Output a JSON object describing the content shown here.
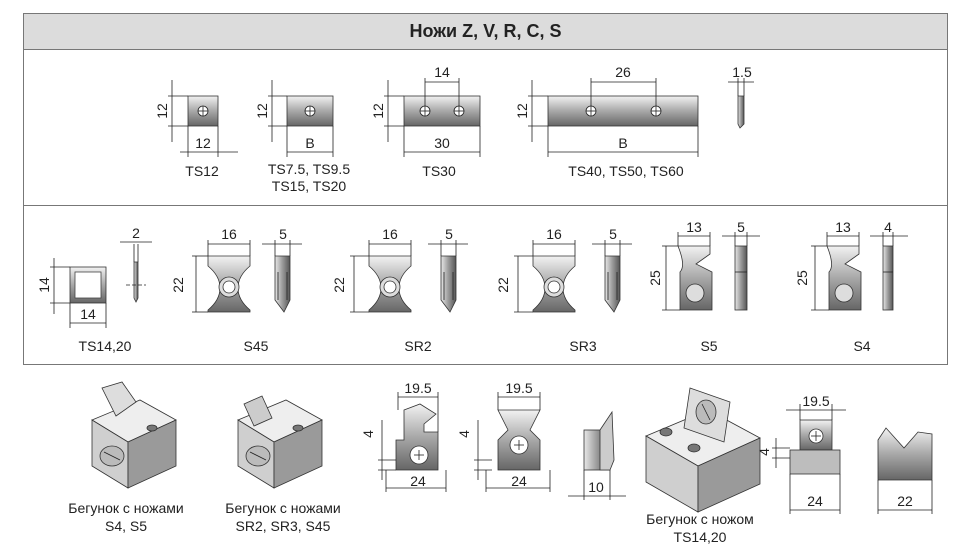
{
  "header": {
    "title": "Ножи Z, V, R, C, S"
  },
  "row1": {
    "ts12": {
      "name": "TS12",
      "dim_h": "12",
      "dim_w": "12"
    },
    "ts7": {
      "name_line1": "TS7.5, TS9.5",
      "name_line2": "TS15, TS20",
      "dim_h": "12",
      "dim_w": "B"
    },
    "ts30": {
      "name": "TS30",
      "dim_h": "12",
      "dim_top": "14",
      "dim_w": "30"
    },
    "ts40": {
      "name": "TS40, TS50, TS60",
      "dim_h": "12",
      "dim_top": "26",
      "dim_w": "B"
    },
    "side": {
      "dim_t": "1.5"
    }
  },
  "row2": {
    "ts1420": {
      "name": "TS14,20",
      "dim_h": "14",
      "dim_w": "14",
      "dim_t": "2"
    },
    "s45": {
      "name": "S45",
      "dim_w": "16",
      "dim_h": "22",
      "dim_t": "5"
    },
    "sr2": {
      "name": "SR2",
      "dim_w": "16",
      "dim_h": "22",
      "dim_t": "5"
    },
    "sr3": {
      "name": "SR3",
      "dim_w": "16",
      "dim_h": "22",
      "dim_t": "5"
    },
    "s5": {
      "name": "S5",
      "dim_w": "13",
      "dim_h": "25",
      "dim_t": "5"
    },
    "s4": {
      "name": "S4",
      "dim_w": "13",
      "dim_h": "25",
      "dim_t": "4"
    }
  },
  "row3": {
    "slider1": {
      "line1": "Бегунок с ножами",
      "line2": "S4, S5"
    },
    "slider2": {
      "line1": "Бегунок с ножами",
      "line2": "SR2, SR3, S45"
    },
    "slider3": {
      "line1": "Бегунок с ножом",
      "line2": "TS14,20"
    },
    "d1": {
      "top": "19.5",
      "side": "4",
      "bottom": "24"
    },
    "d2": {
      "top": "19.5",
      "side": "4",
      "bottom": "24"
    },
    "d3": {
      "bottom": "10"
    },
    "d4": {
      "top": "19.5",
      "side": "4",
      "bottom": "24"
    },
    "d5": {
      "bottom": "22"
    }
  }
}
